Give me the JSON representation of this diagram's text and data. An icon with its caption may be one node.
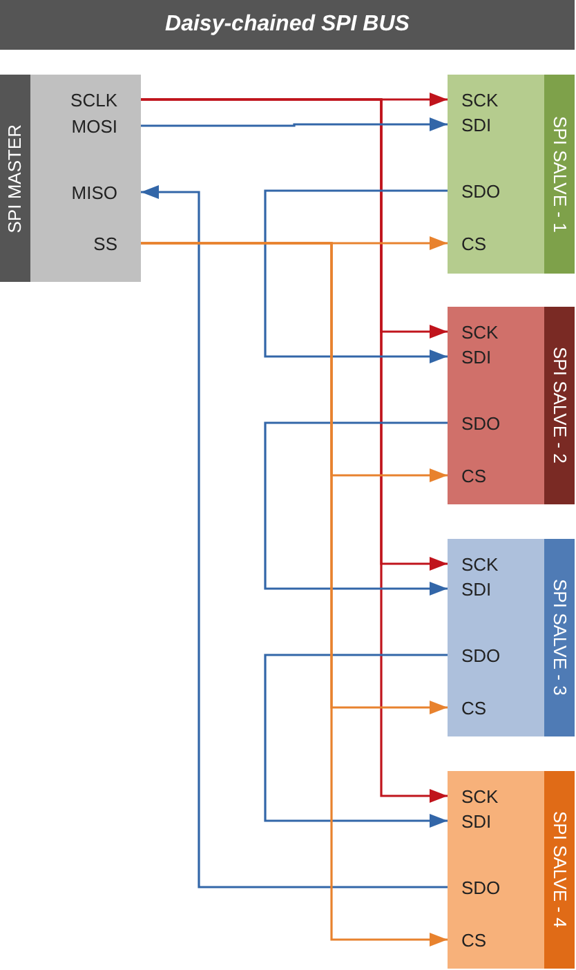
{
  "diagram": {
    "title": "Daisy-chained SPI BUS",
    "nodes": [
      {
        "text": [
          "SPI MASTER"
        ]
      },
      {
        "text": [
          "SCLK"
        ],
        "in": 0
      },
      {
        "text": [
          "MOSI"
        ],
        "in": 0
      },
      {
        "text": [
          "MISO"
        ],
        "in": 0
      },
      {
        "text": [
          "SS"
        ],
        "in": 0
      },
      {
        "text": [
          "SPI SALVE - 1"
        ]
      },
      {
        "text": [
          "SCK"
        ],
        "in": 5
      },
      {
        "text": [
          "SDI"
        ],
        "in": 5
      },
      {
        "text": [
          "SDO"
        ],
        "in": 5
      },
      {
        "text": [
          "CS"
        ],
        "in": 5
      },
      {
        "text": [
          "SPI SALVE - 2"
        ]
      },
      {
        "text": [
          "SCK"
        ],
        "in": 10
      },
      {
        "text": [
          "SDI"
        ],
        "in": 10
      },
      {
        "text": [
          "SDO"
        ],
        "in": 10
      },
      {
        "text": [
          "CS"
        ],
        "in": 10
      },
      {
        "text": [
          "SPI SALVE - 3"
        ]
      },
      {
        "text": [
          "SCK"
        ],
        "in": 15
      },
      {
        "text": [
          "SDI"
        ],
        "in": 15
      },
      {
        "text": [
          "SDO"
        ],
        "in": 15
      },
      {
        "text": [
          "CS"
        ],
        "in": 15
      },
      {
        "text": [
          "SPI SALVE - 4"
        ]
      },
      {
        "text": [
          "SCK"
        ],
        "in": 20
      },
      {
        "text": [
          "SDI"
        ],
        "in": 20
      },
      {
        "text": [
          "SDO"
        ],
        "in": 20
      },
      {
        "text": [
          "CS"
        ],
        "in": 20
      }
    ],
    "edges": [
      {
        "from": 1,
        "to": 6,
        "arrow": "to",
        "color": "#c0141c"
      },
      {
        "from": 1,
        "to": 11,
        "arrow": "to",
        "color": "#c0141c"
      },
      {
        "from": 1,
        "to": 16,
        "arrow": "to",
        "color": "#c0141c"
      },
      {
        "from": 1,
        "to": 21,
        "arrow": "to",
        "color": "#c0141c"
      },
      {
        "from": 2,
        "to": 7,
        "arrow": "to"
      },
      {
        "from": 8,
        "to": 12,
        "arrow": "to"
      },
      {
        "from": 13,
        "to": 17,
        "arrow": "to"
      },
      {
        "from": 18,
        "to": 22,
        "arrow": "to"
      },
      {
        "from": 23,
        "to": 3,
        "arrow": "to"
      },
      {
        "from": 4,
        "to": 9,
        "arrow": "to",
        "color": "#e8822e"
      },
      {
        "from": 4,
        "to": 14,
        "arrow": "to",
        "color": "#e8822e"
      },
      {
        "from": 4,
        "to": 19,
        "arrow": "to",
        "color": "#e8822e"
      },
      {
        "from": 4,
        "to": 24,
        "arrow": "to",
        "color": "#e8822e"
      }
    ]
  }
}
